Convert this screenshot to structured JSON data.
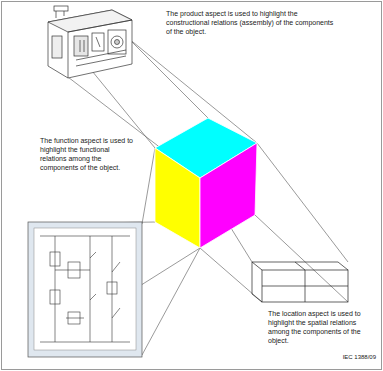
{
  "diagram": {
    "labels": [
      "The product aspect is used to highlight the constructional relations (assembly) of the components of the object.",
      "The function aspect is used to highlight the functional relations among the components of the object.",
      "The location aspect is used to highlight the spatial relations among the components of the object.",
      "IEC 1388/09"
    ]
  }
}
